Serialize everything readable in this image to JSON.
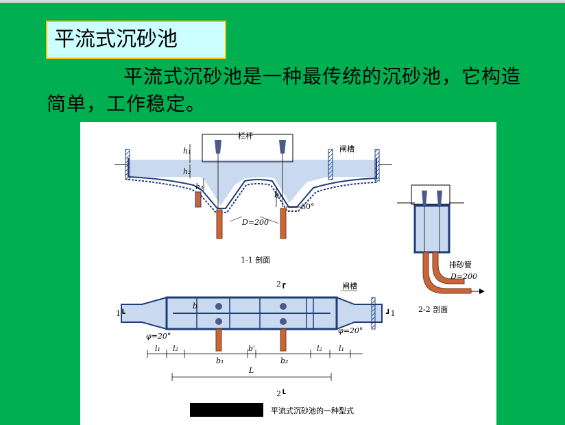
{
  "title": "平流式沉砂池",
  "description": "平流式沉砂池是一种最传统的沉砂池，它构造简单，工作稳定。",
  "figure": {
    "labels": {
      "railing": "栏杆",
      "gate_slot_top": "闸槽",
      "gate_slot_plan": "闸槽",
      "h1": "h₁",
      "h2": "h₂",
      "h3": "h₃",
      "b1_section": "b₁",
      "angle60": "60°",
      "pipe_d_section": "D=200",
      "section_11": "1-1 剖面",
      "section_22": "2-2 剖面",
      "sand_pipe": "排砂管",
      "pipe_d_side": "D=200",
      "cut2_top": "2┏",
      "cut2_bottom": "2┗",
      "cut1_left": "1┗",
      "cut1_right": "┛1",
      "b_plan": "b",
      "phi_left": "φ=20°",
      "phi_right": "φ=20°",
      "l1_left": "l₁",
      "l2_left": "l₂",
      "b1_dim": "b₁",
      "b_prime": "b'",
      "b2_dim": "b₂",
      "l2_right": "l₂",
      "l1_right": "l₁",
      "L_dim": "L"
    },
    "caption": "平流式沉砂池的一种型式",
    "colors": {
      "water": "#c9daf0",
      "pipe": "#c8663a",
      "outline": "#1e3c78",
      "concrete": "#7a8fb8"
    }
  }
}
